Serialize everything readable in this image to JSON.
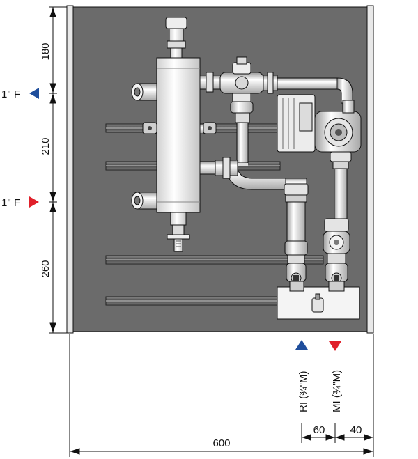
{
  "dimensions": {
    "vertical": [
      "180",
      "210",
      "260"
    ],
    "horizontal_total": "600",
    "horizontal_offsets": [
      "60",
      "40"
    ]
  },
  "connections": {
    "left_top": "1\" F",
    "left_bottom": "1\" F",
    "return_label": "RI (¾\"M)",
    "flow_label": "MI (¾\"M)"
  },
  "colors": {
    "panel": "#6b6b6b",
    "return_blue": "#1f4e9c",
    "flow_red": "#e0202a",
    "frame": "#e6e6e6",
    "line": "#111111"
  },
  "icons": {
    "return_marker": "triangle-up-blue",
    "flow_marker": "triangle-down-red",
    "left_top_marker": "triangle-left-blue",
    "left_bottom_marker": "triangle-right-red"
  }
}
